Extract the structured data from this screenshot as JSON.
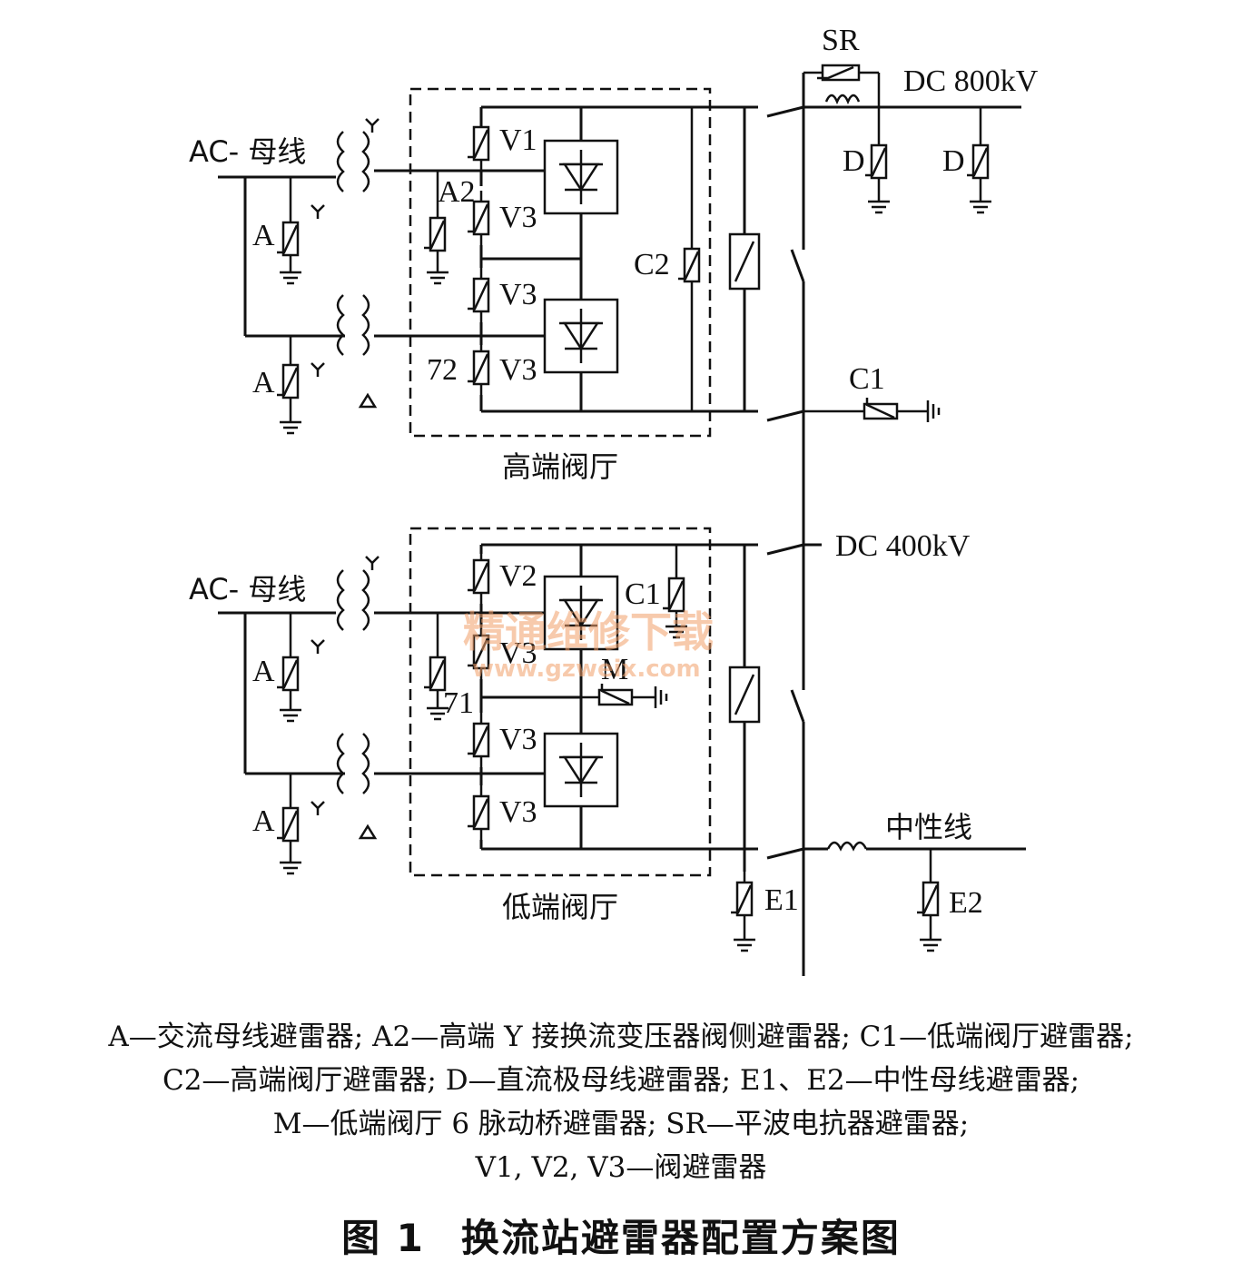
{
  "labels": {
    "SR": "SR",
    "dc800": "DC 800kV",
    "dc400": "DC 400kV",
    "D": "D",
    "ac_bus": "AC- 母线",
    "A": "A",
    "A2": "A2",
    "V1": "V1",
    "V2": "V2",
    "V3": "V3",
    "C1": "C1",
    "C2": "C2",
    "M": "M",
    "n72": "72",
    "n71": "71",
    "E1": "E1",
    "E2": "E2",
    "neutral": "中性线",
    "high_hall": "高端阀厅",
    "low_hall": "低端阀厅"
  },
  "watermark": {
    "cn": "精通维修下载",
    "url": "www.gzweix.com",
    "color": "#f2a06a"
  },
  "legend": [
    "A—交流母线避雷器; A2—高端 Y 接换流变压器阀侧避雷器; C1—低端阀厅避雷器;",
    "C2—高端阀厅避雷器; D—直流极母线避雷器; E1、E2—中性母线避雷器;",
    "M—低端阀厅 6 脉动桥避雷器; SR—平波电抗器避雷器;",
    "V1, V2, V3—阀避雷器"
  ],
  "caption": {
    "figure_no": "图 1",
    "title": "换流站避雷器配置方案图"
  }
}
